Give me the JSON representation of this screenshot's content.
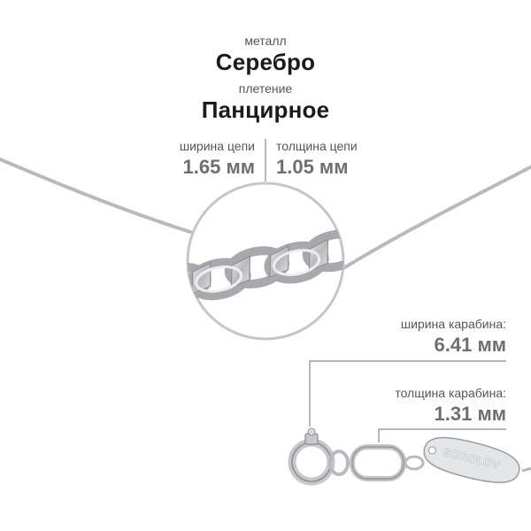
{
  "header": {
    "metal_label": "металл",
    "metal_value": "Серебро",
    "weave_label": "плетение",
    "weave_value": "Панцирное"
  },
  "chain": {
    "width_label": "ширина цепи",
    "width_value": "1.65 мм",
    "thickness_label": "толщина цепи",
    "thickness_value": "1.05 мм"
  },
  "clasp": {
    "width_label": "ширина карабина:",
    "width_value": "6.41 мм",
    "thickness_label": "толщина карабина:",
    "thickness_value": "1.31 мм"
  },
  "tag": {
    "brand": "SOKOLOV"
  },
  "colors": {
    "silver": "#c9cacc",
    "silver_dark": "#8c8e92",
    "text_dark": "#1b1b1b",
    "text_gray": "#6f6f6f"
  }
}
